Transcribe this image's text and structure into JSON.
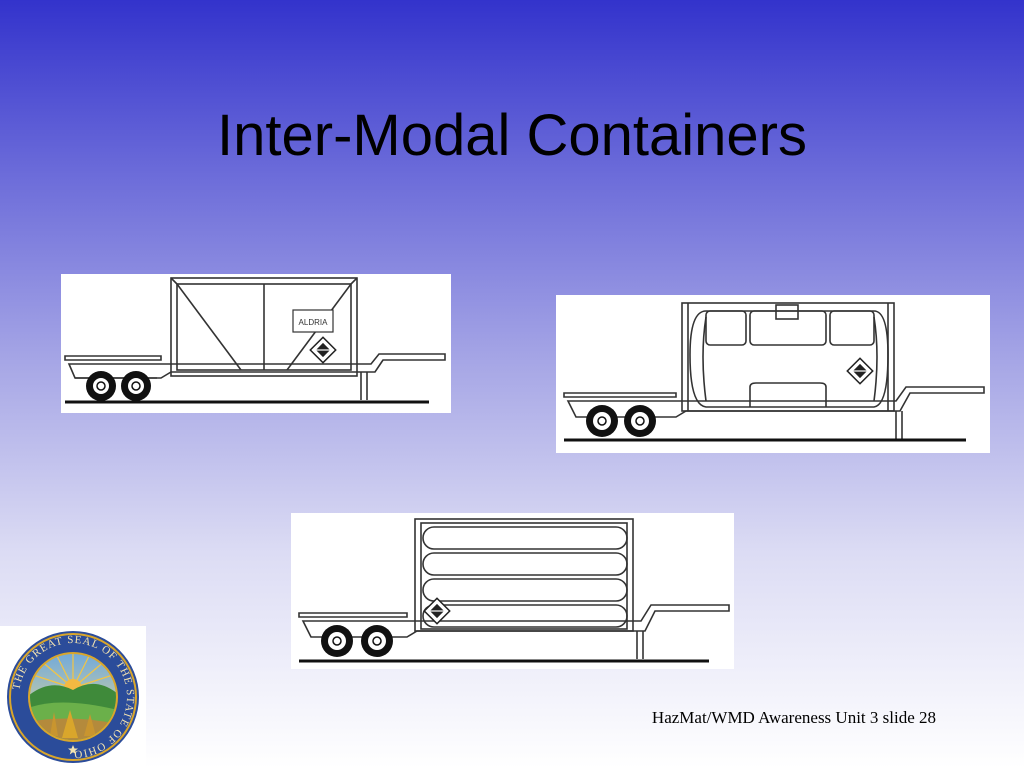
{
  "slide": {
    "title": "Inter-Modal Containers",
    "footer": "HazMat/WMD Awareness Unit 3 slide 28"
  },
  "figures": {
    "box_container_label": "ALDRIA"
  },
  "seal": {
    "ring_text": "THE GREAT SEAL OF THE STATE OF OHIO"
  },
  "colors": {
    "gradient_top": "#3333cc",
    "gradient_bottom": "#ffffff",
    "text": "#000000",
    "seal_ring": "#2b4c9a",
    "seal_gold": "#d9a62b"
  }
}
